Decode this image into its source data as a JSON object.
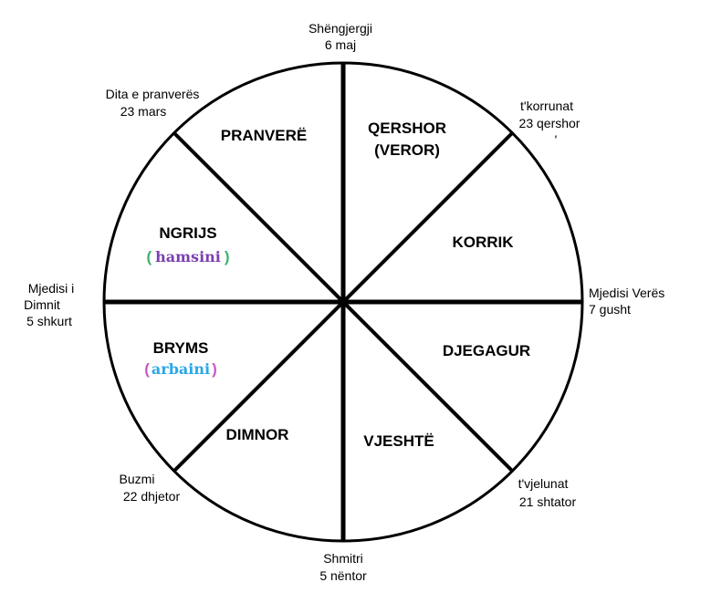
{
  "colors": {
    "line": "#000000",
    "background": "#ffffff",
    "paren_green": "#3cb371",
    "paren_magenta": "#c956c9",
    "hamsini": "#7b3fb0",
    "arbaini": "#2aa7e8"
  },
  "segments": [
    {
      "id": "pranvere",
      "label": "PRANVERË"
    },
    {
      "id": "qershor",
      "line1": "QERSHOR",
      "line2": "(VEROR)"
    },
    {
      "id": "korrik",
      "label": "KORRIK"
    },
    {
      "id": "djegagur",
      "label": "DJEGAGUR"
    },
    {
      "id": "vjeshte",
      "label": "VJESHTË"
    },
    {
      "id": "dimnor",
      "label": "DIMNOR"
    },
    {
      "id": "bryms",
      "label": "BRYMS",
      "open": "(",
      "sub": "arbaini",
      "close": ")"
    },
    {
      "id": "ngrijs",
      "label": "NGRIJS",
      "open": "(",
      "sub": "hamsini",
      "close": ")"
    }
  ],
  "markers": {
    "top": {
      "line1": "Shëngjergji",
      "line2": "6 maj"
    },
    "top_right": {
      "line1": "t'korrunat",
      "line2": "23 qershor",
      "line3": "'"
    },
    "right": {
      "line1": "Mjedisi Verës",
      "line2": "7 gusht"
    },
    "bottom_right": {
      "line1": "t'vjelunat",
      "line2": "21 shtator"
    },
    "bottom": {
      "line1": "Shmitri",
      "line2": "5 nëntor"
    },
    "bottom_left": {
      "line1": "Buzmi",
      "line2": "22 dhjetor"
    },
    "left": {
      "line1": "Mjedisi i",
      "line2": "Dimnit",
      "line3": "5 shkurt"
    },
    "top_left": {
      "line1": "Dita e pranverës",
      "line2": "23 mars"
    }
  }
}
